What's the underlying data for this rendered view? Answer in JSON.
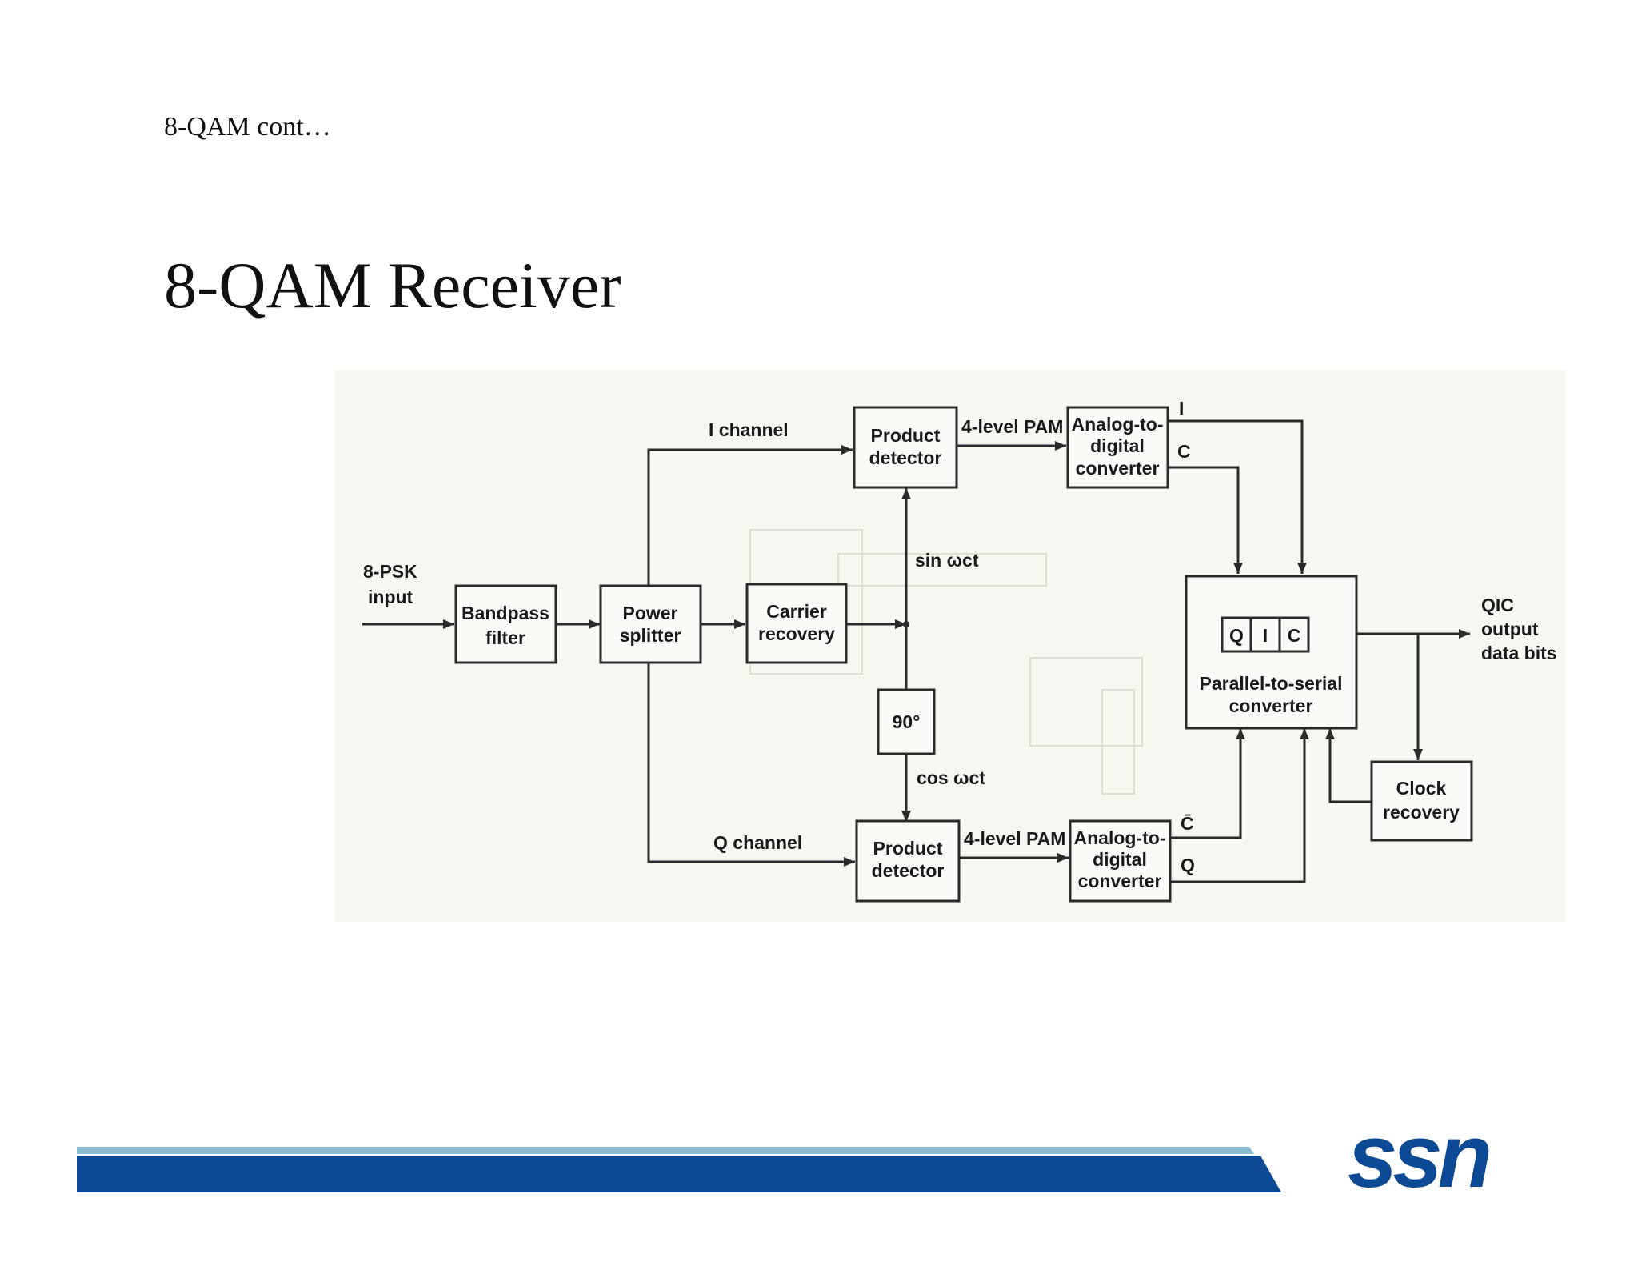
{
  "slide": {
    "subtitle": "8-QAM cont…",
    "title": "8-QAM Receiver"
  },
  "diagram": {
    "blocks": {
      "bandpass_filter": [
        "Bandpass",
        "filter"
      ],
      "power_splitter": [
        "Power",
        "splitter"
      ],
      "carrier_recovery": [
        "Carrier",
        "recovery"
      ],
      "product_detector_i": [
        "Product",
        "detector"
      ],
      "product_detector_q": [
        "Product",
        "detector"
      ],
      "phase_shift": "90°",
      "adc_i": [
        "Analog-to-",
        "digital",
        "converter"
      ],
      "adc_q": [
        "Analog-to-",
        "digital",
        "converter"
      ],
      "p2s": [
        "Parallel-to-serial",
        "converter"
      ],
      "register": [
        "Q",
        "I",
        "C"
      ],
      "clock_recovery": [
        "Clock",
        "recovery"
      ]
    },
    "labels": {
      "input": [
        "8-PSK",
        "input"
      ],
      "i_channel": "I channel",
      "q_channel": "Q channel",
      "pam_i": "4-level PAM",
      "pam_q": "4-level PAM",
      "sin": "sin ωct",
      "cos": "cos ωct",
      "out_i": "I",
      "out_c": "C",
      "out_cbar": "C̄",
      "out_q": "Q",
      "output": [
        "QIC",
        "output",
        "data bits"
      ]
    }
  },
  "footer": {
    "logo_text": "ssn",
    "colors": {
      "bar_light": "#8dbbd8",
      "bar_dark": "#0d4a96"
    }
  }
}
